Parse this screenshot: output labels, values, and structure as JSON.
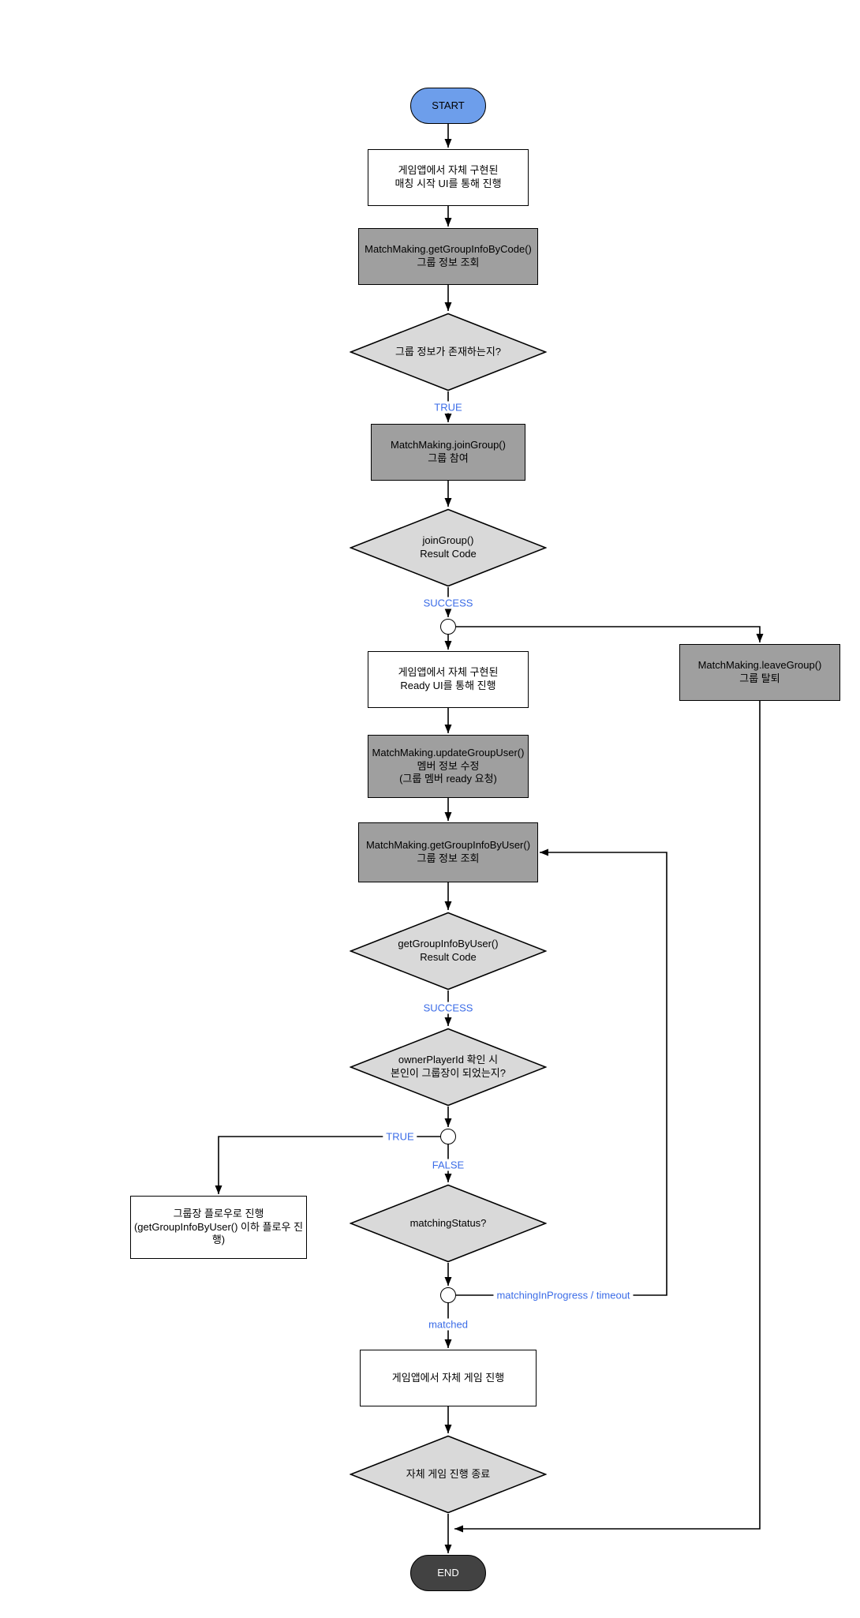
{
  "diagram": {
    "title": "matchmaking-flowchart",
    "nodes": {
      "start": "START",
      "match_ui": "게임앱에서 자체 구현된\n매칭 시작 UI를 통해 진행",
      "get_group_info_by_code": "MatchMaking.getGroupInfoByCode()\n그룹 정보 조회",
      "group_exists": "그룹 정보가 존재하는지?",
      "join_group": "MatchMaking.joinGroup()\n그룹 참여",
      "join_result": "joinGroup()\nResult Code",
      "leave_group": "MatchMaking.leaveGroup()\n그룹 탈퇴",
      "ready_ui": "게임앱에서 자체 구현된\nReady UI를 통해 진행",
      "update_group_user": "MatchMaking.updateGroupUser()\n멤버 정보 수정\n(그룹 멤버 ready 요청)",
      "get_group_info_by_user": "MatchMaking.getGroupInfoByUser()\n그룹 정보 조회",
      "get_info_result": "getGroupInfoByUser()\nResult Code",
      "owner_check": "ownerPlayerId 확인 시\n본인이 그룹장이 되었는지?",
      "owner_flow": "그룹장 플로우로 진행\n(getGroupInfoByUser() 이하 플로우 진행)",
      "matching_status": "matchingStatus?",
      "game_play": "게임앱에서 자체 게임 진행",
      "game_end": "자체 게임 진행 종료",
      "end": "END"
    },
    "edge_labels": {
      "group_exists_true": "TRUE",
      "join_success": "SUCCESS",
      "get_info_success": "SUCCESS",
      "owner_true": "TRUE",
      "owner_false": "FALSE",
      "matching_loop": "matchingInProgress / timeout",
      "matched": "matched"
    },
    "colors": {
      "start_fill": "#6d9eeb",
      "end_fill": "#424242",
      "process_fill": "#9f9f9f",
      "decision_fill": "#d9d9d9",
      "io_fill": "#ffffff",
      "stroke": "#000000",
      "edge_label_text": "#3b6ce7"
    }
  }
}
